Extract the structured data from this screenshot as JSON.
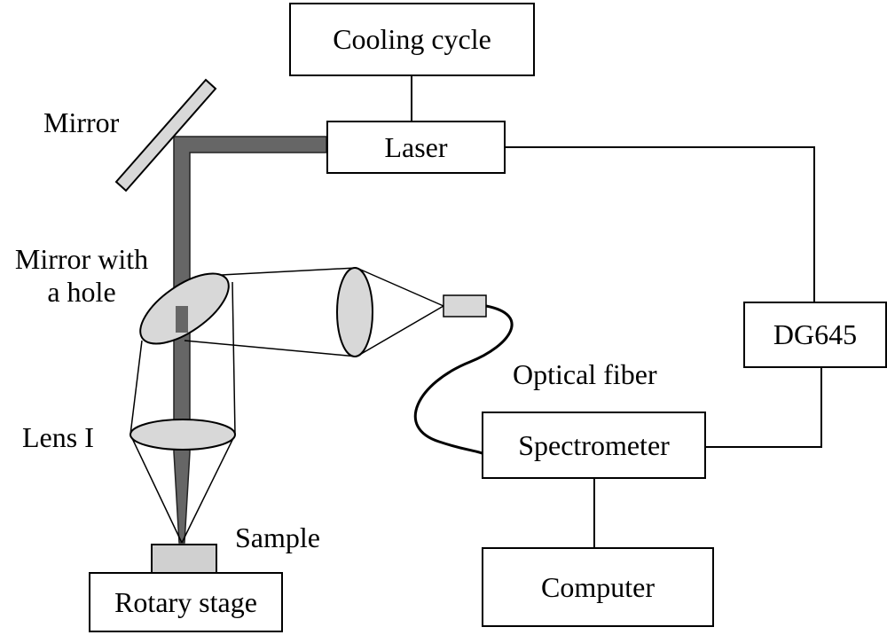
{
  "labels": {
    "cooling_cycle": "Cooling cycle",
    "laser": "Laser",
    "mirror": "Mirror",
    "mirror_with_hole_line1": "Mirror with",
    "mirror_with_hole_line2": "a hole",
    "dg645": "DG645",
    "optical_fiber": "Optical fiber",
    "spectrometer": "Spectrometer",
    "lens": "Lens I",
    "sample": "Sample",
    "rotary_stage": "Rotary stage",
    "computer": "Computer"
  },
  "colors": {
    "line": "#000000",
    "beam": "#666666",
    "optic_fill": "#d8d8d8",
    "sample_fill": "#d0d0d0",
    "background": "#ffffff"
  }
}
